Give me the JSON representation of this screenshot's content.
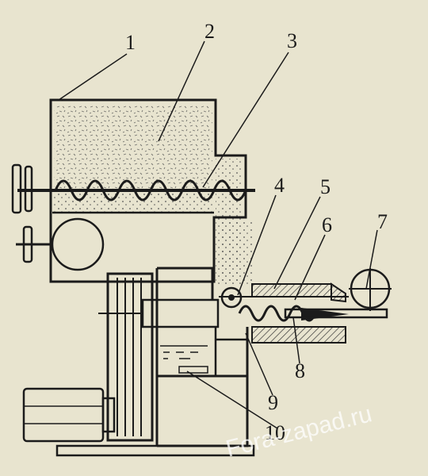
{
  "diagram": {
    "callouts": [
      {
        "id": "1",
        "label": "1"
      },
      {
        "id": "2",
        "label": "2"
      },
      {
        "id": "3",
        "label": "3"
      },
      {
        "id": "4",
        "label": "4"
      },
      {
        "id": "5",
        "label": "5"
      },
      {
        "id": "6",
        "label": "6"
      },
      {
        "id": "7",
        "label": "7"
      },
      {
        "id": "8",
        "label": "8"
      },
      {
        "id": "9",
        "label": "9"
      },
      {
        "id": "10",
        "label": "10"
      }
    ],
    "colors": {
      "background": "#e8e4cf",
      "ink": "#1b1b1b",
      "hatch": "#3a3a3a"
    }
  },
  "watermark": {
    "text": "Fora-zapad.ru"
  }
}
